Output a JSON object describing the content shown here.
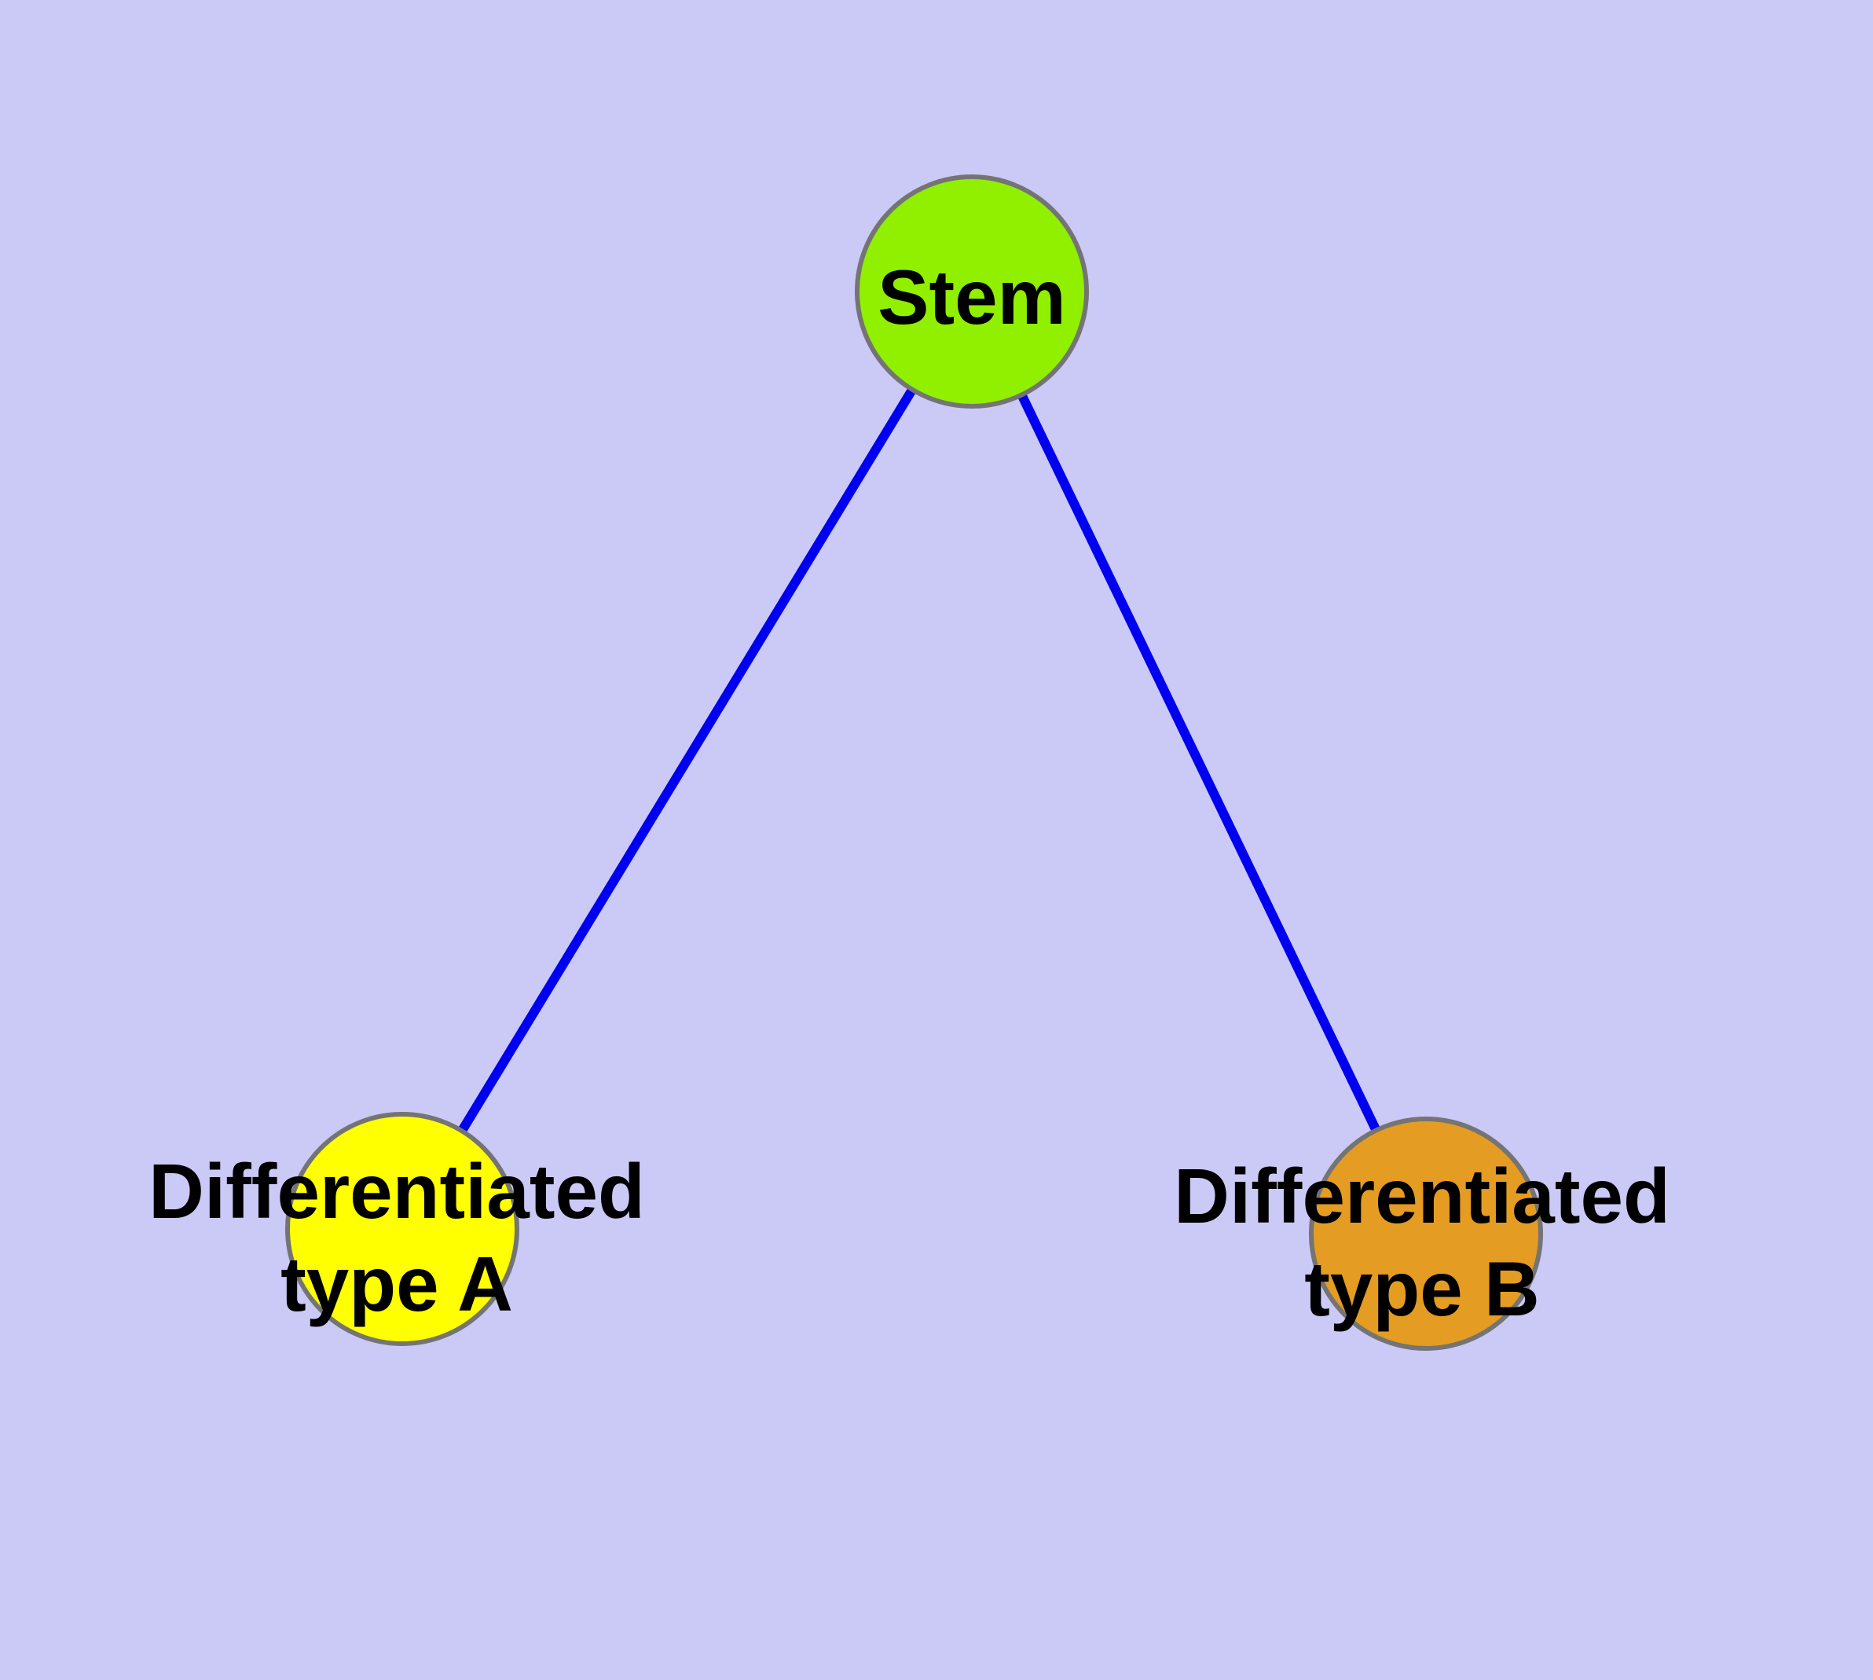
{
  "diagram": {
    "type": "graph",
    "background_color": "#CBC9F6",
    "edge_color": "#0000F0",
    "node_border_color": "#747474",
    "label_color": "#000000",
    "nodes": [
      {
        "id": "stem",
        "label": "Stem",
        "label_lines": [
          "Stem"
        ],
        "fill_color": "#90F000"
      },
      {
        "id": "differentiated-type-a",
        "label": "Differentiated type A",
        "label_lines": [
          "Differentiated",
          "type A"
        ],
        "fill_color": "#FFFF00"
      },
      {
        "id": "differentiated-type-b",
        "label": "Differentiated type B",
        "label_lines": [
          "Differentiated",
          "type B"
        ],
        "fill_color": "#E59C22"
      }
    ],
    "edges": [
      {
        "from": "Stem",
        "to": "Differentiated type A"
      },
      {
        "from": "Stem",
        "to": "Differentiated type B"
      }
    ]
  }
}
